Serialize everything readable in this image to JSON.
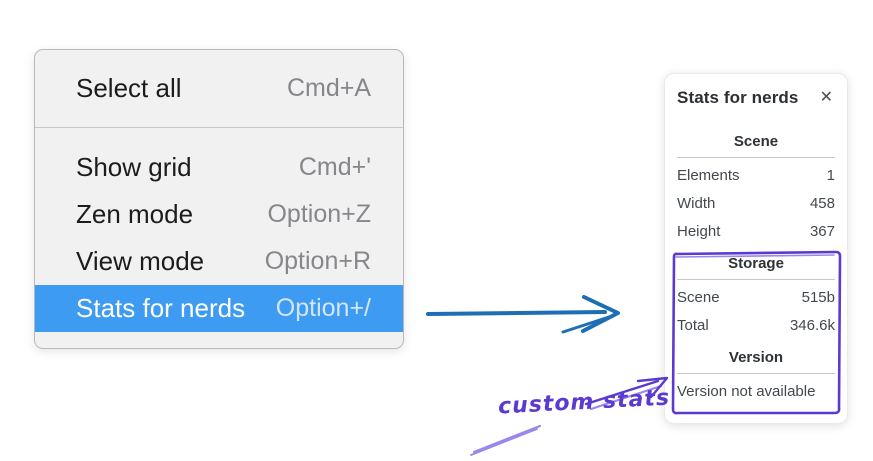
{
  "colors": {
    "menu_bg": "#f1f1f2",
    "menu_border": "#b9b9bd",
    "menu_text": "#1c1c1e",
    "menu_shortcut": "#86868b",
    "menu_shortcut_selected": "#d3e6fa",
    "menu_highlight": "#3e9bf2",
    "panel_text": "#43484e",
    "panel_heading": "#2f3338",
    "panel_divider": "#c3c9cf",
    "flow_arrow": "#1d6eb4",
    "annotation_purple": "#5b3ad0",
    "annotation_purple_light": "#9b87e8"
  },
  "menu": {
    "items": [
      {
        "label": "Select all",
        "shortcut": "Cmd+A"
      },
      {
        "label": "Show grid",
        "shortcut": "Cmd+'"
      },
      {
        "label": "Zen mode",
        "shortcut": "Option+Z"
      },
      {
        "label": "View mode",
        "shortcut": "Option+R"
      },
      {
        "label": "Stats for nerds",
        "shortcut": "Option+/",
        "selected": true
      }
    ]
  },
  "stats_panel": {
    "title": "Stats for nerds",
    "close_glyph": "✕",
    "sections": [
      {
        "heading": "Scene",
        "rows": [
          {
            "label": "Elements",
            "value": "1"
          },
          {
            "label": "Width",
            "value": "458"
          },
          {
            "label": "Height",
            "value": "367"
          }
        ]
      },
      {
        "heading": "Storage",
        "rows": [
          {
            "label": "Scene",
            "value": "515b"
          },
          {
            "label": "Total",
            "value": "346.6k"
          }
        ]
      },
      {
        "heading": "Version",
        "note": "Version not available"
      }
    ]
  },
  "annotation": {
    "label": "custom stats"
  }
}
